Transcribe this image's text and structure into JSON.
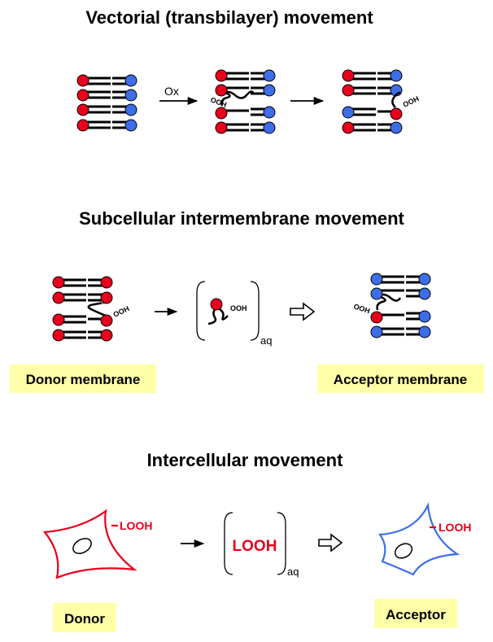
{
  "sections": {
    "vectorial": {
      "title": "Vectorial (transbilayer) movement",
      "oxidation_label": "Ox"
    },
    "subcellular": {
      "title": "Subcellular intermembrane movement",
      "donor_label": "Donor membrane",
      "acceptor_label": "Acceptor membrane",
      "aqueous_subscript": "aq"
    },
    "intercellular": {
      "title": "Intercellular movement",
      "donor_label": "Donor",
      "acceptor_label": "Acceptor",
      "aqueous_subscript": "aq",
      "lipid_label": "LOOH"
    }
  },
  "hydroperoxide_label": "OOH",
  "colors": {
    "oxidized_headgroup": "#e8001c",
    "blue_headgroup": "#3d6ee8",
    "label_box": "#ffffa8",
    "donor_cell": "#e8001c",
    "acceptor_cell": "#3d6ee8"
  }
}
